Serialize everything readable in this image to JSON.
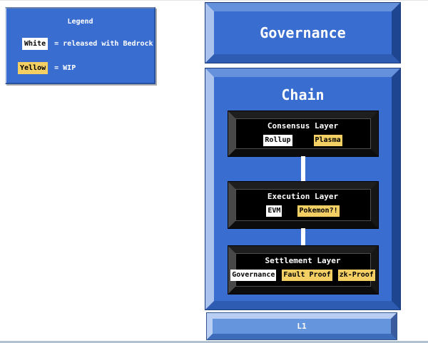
{
  "colors": {
    "box_blue": "#3a6dd0",
    "box_blue_light_bevel": "#a9c3ee",
    "box_blue_dark_bevel": "#1d4590",
    "l1_blue": "#6495dd",
    "layer_box_black": "#000000",
    "released_chip": "#ffffff",
    "wip_chip": "#f4cf63",
    "text_on_blue": "#ffffff",
    "text_on_chip": "#000000",
    "connector": "#ffffff"
  },
  "legend": {
    "title": "Legend",
    "items": [
      {
        "swatch": "White",
        "swatch_color": "#ffffff",
        "meaning": "= released with Bedrock"
      },
      {
        "swatch": "Yellow",
        "swatch_color": "#f4cf63",
        "meaning": "= WIP"
      }
    ]
  },
  "governance": {
    "label": "Governance"
  },
  "chain": {
    "title": "Chain",
    "layers": [
      {
        "title": "Consensus Layer",
        "chips": [
          {
            "label": "Rollup",
            "status": "released"
          },
          {
            "label": "Plasma",
            "status": "wip"
          }
        ]
      },
      {
        "title": "Execution Layer",
        "chips": [
          {
            "label": "EVM",
            "status": "released"
          },
          {
            "label": "Pokemon?!",
            "status": "wip"
          }
        ]
      },
      {
        "title": "Settlement Layer",
        "chips": [
          {
            "label": "Governance",
            "status": "released"
          },
          {
            "label": "Fault Proof",
            "status": "wip"
          },
          {
            "label": "zk-Proof",
            "status": "wip"
          }
        ]
      }
    ]
  },
  "l1": {
    "label": "L1"
  }
}
